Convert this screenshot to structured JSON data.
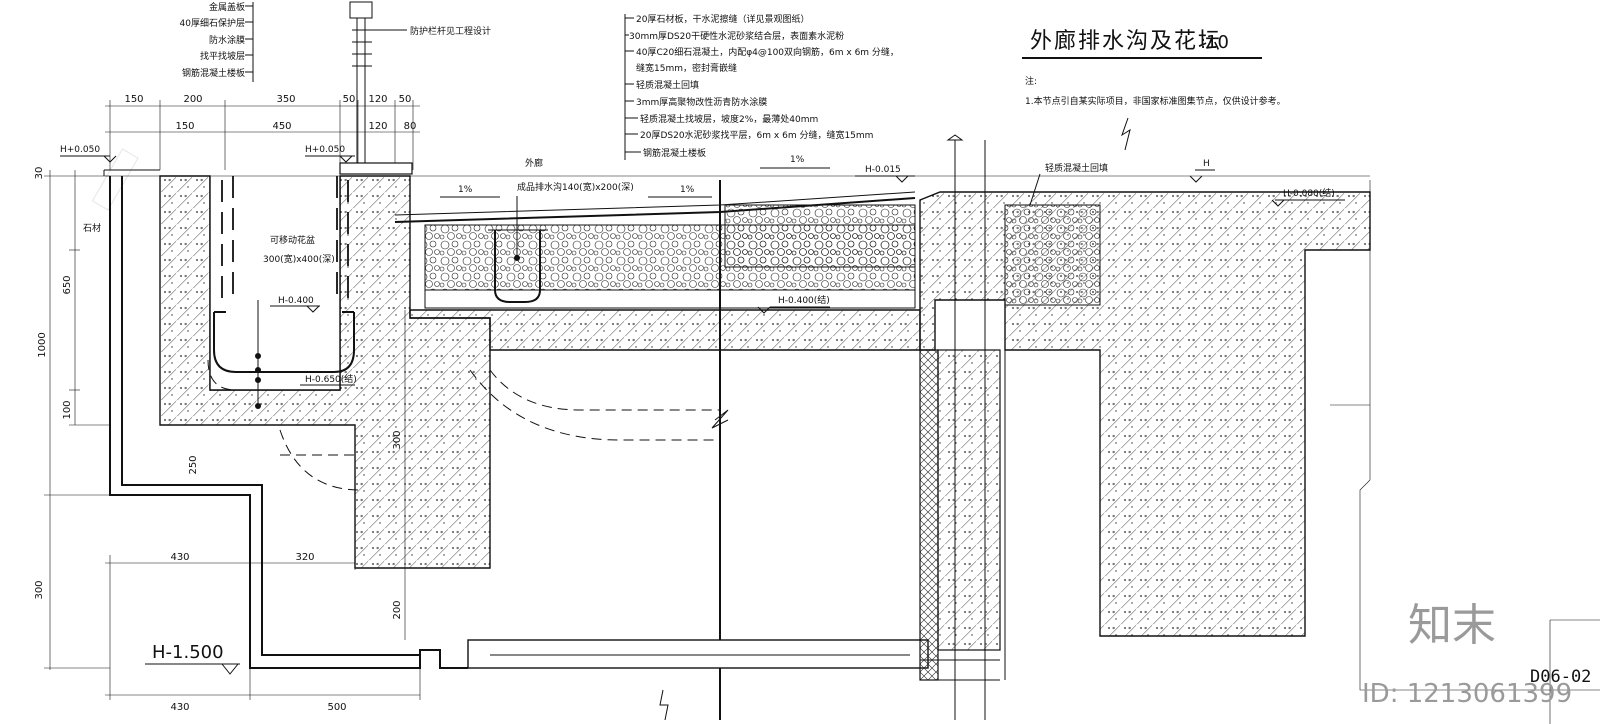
{
  "title": "外廊排水沟及花坛",
  "scale": ":10",
  "notes_heading": "注:",
  "notes": [
    "1.本节点引自某实际项目，非国家标准图集节点，仅供设计参考。"
  ],
  "left_layers": [
    "金属盖板",
    "40厚细石保护层",
    "防水涂膜",
    "找平找坡层",
    "钢筋混凝土楼板"
  ],
  "railing_note": "防护栏杆见工程设计",
  "center_layers": [
    "20厚石材板，干水泥擦缝（详见景观图纸）",
    "30mm厚DS20干硬性水泥砂浆结合层，表面素水泥粉",
    "40厚C20细石混凝土，内配φ4@100双向钢筋，6m x 6m 分缝，",
    "缝宽15mm，密封膏嵌缝",
    "轻质混凝土回填",
    "3mm厚高聚物改性沥青防水涂膜",
    "轻质混凝土找坡层，坡度2%，最薄处40mm",
    "20厚DS20水泥砂浆找平层，6m x 6m 分缝，缝宽15mm",
    "钢筋混凝土楼板"
  ],
  "labels": {
    "outer_corridor": "外廊",
    "drain": "成品排水沟140(宽)x200(深)",
    "stone": "石材",
    "planter_line1": "可移动花盆",
    "planter_line2": "300(宽)x400(深)",
    "light_fill": "轻质混凝土回填",
    "slope_left": "1%",
    "slope_right": "1%",
    "slope_mid": "1%"
  },
  "elevations": {
    "h_left": "H+0.050",
    "h_planter": "H+0.050",
    "h_0400": "H-0.400",
    "h_0650": "H-0.650(结)",
    "h_0015": "H-0.015",
    "h_0400b": "H-0.400(结)",
    "h_top": "H",
    "h_0080": "H-0.080(结)",
    "h_1500": "H-1.500"
  },
  "dims_top_row1": [
    "150",
    "200",
    "350",
    "50",
    "120",
    "50"
  ],
  "dims_top_row2": [
    "150",
    "450",
    "120",
    "80"
  ],
  "dims_left": [
    "30",
    "650",
    "1000",
    "100",
    "250",
    "300"
  ],
  "dims_bottom": [
    "430",
    "320",
    "430",
    "500"
  ],
  "dims_mid": [
    "300",
    "200"
  ],
  "watermark": "知末",
  "watermark_id": "ID: 1213061399",
  "drawing_code": "D06-02"
}
